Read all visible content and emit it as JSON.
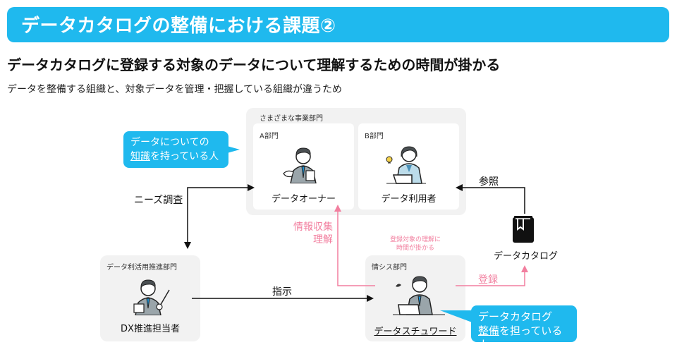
{
  "header": {
    "title": "データカタログの整備における課題②",
    "subtitle": "データカタログに登録する対象のデータについて理解するための時間が掛かる",
    "description": "データを整備する組織と、対象データを管理・把握している組織が違うため"
  },
  "colors": {
    "accent": "#1fb9ee",
    "pink": "#f27f9f",
    "box_bg": "#f2f2f2"
  },
  "business_group": {
    "label": "さまざまな事業部門",
    "dept_a": {
      "label": "A部門",
      "role": "データオーナー",
      "icon": "businessman-presenting-icon"
    },
    "dept_b": {
      "label": "B部門",
      "role": "データ利用者",
      "icon": "woman-laptop-lightbulb-icon"
    }
  },
  "dx_group": {
    "label": "データ利活用推進部門",
    "role": "DX推進担当者",
    "icon": "businessman-pointer-icon"
  },
  "it_group": {
    "label": "情シス部門",
    "role": "データスチュワード",
    "icon": "businessman-laptop-confused-icon"
  },
  "catalog": {
    "label": "データカタログ",
    "icon": "book-bookmark-icon"
  },
  "bubbles": {
    "knowledge_line1": "データについての",
    "knowledge_em": "知識",
    "knowledge_rest": "を持っている人",
    "steward_line1": "データカタログ",
    "steward_em": "整備",
    "steward_rest": "を担っている人"
  },
  "arrows": {
    "needs_survey": "ニーズ調査",
    "instruction": "指示",
    "reference": "参照",
    "register": "登録",
    "info_collect_line1": "情報収集",
    "info_collect_line2": "理解",
    "time_note_line1": "登録対象の理解に",
    "time_note_line2": "時間が掛かる"
  }
}
